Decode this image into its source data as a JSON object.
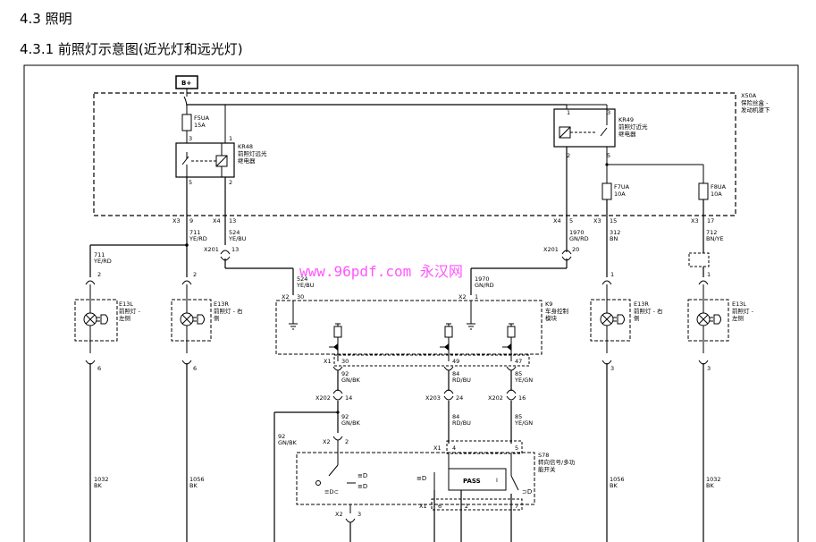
{
  "headings": {
    "section": "4.3 照明",
    "subsection": "4.3.1 前照灯示意图(近光灯和远光灯)"
  },
  "diagram": {
    "battery": "B+",
    "module_x50a": [
      "X50A",
      "保险丝盒 -",
      "发动机罩下"
    ],
    "fuse_f5ua": [
      "F5UA",
      "15A"
    ],
    "fuse_f7ua": [
      "F7UA",
      "10A"
    ],
    "fuse_f8ua": [
      "F8UA",
      "10A"
    ],
    "relay_kr48": [
      "KR48",
      "前照灯远光",
      "继电器"
    ],
    "relay_kr49": [
      "KR49",
      "前照灯近光",
      "继电器"
    ],
    "kr48_pins": [
      "3",
      "1",
      "5",
      "2"
    ],
    "kr49_pins": [
      "1",
      "3",
      "2",
      "5"
    ],
    "conn_x3": "X3",
    "conn_x4": "X4",
    "conn_x201": "X201",
    "conn_x1": "X1",
    "conn_x2": "X2",
    "conn_x202": "X202",
    "conn_x203": "X203",
    "pins": {
      "p9": "9",
      "p13": "13",
      "p5": "5",
      "p15": "15",
      "p17": "17",
      "p20": "20",
      "p30": "30",
      "p1": "1",
      "p2": "2",
      "p49": "49",
      "p47": "47",
      "p14": "14",
      "p24": "24",
      "p16": "16",
      "p4": "4",
      "p3": "3",
      "p6": "6",
      "p7": "7"
    },
    "wires": {
      "w711": [
        "711",
        "YE/RD"
      ],
      "w524": [
        "524",
        "YE/BU"
      ],
      "w1970": [
        "1970",
        "GN/RD"
      ],
      "w312": [
        "312",
        "BN"
      ],
      "w712": [
        "712",
        "BN/YE"
      ],
      "w92": [
        "92",
        "GN/BK"
      ],
      "w84": [
        "84",
        "RD/BU"
      ],
      "w85": [
        "85",
        "YE/GN"
      ],
      "w1032": [
        "1032",
        "BK"
      ],
      "w1056": [
        "1056",
        "BK"
      ]
    },
    "lamp_e13l_left": [
      "E13L",
      "前照灯 -",
      "左侧"
    ],
    "lamp_e13r_right": [
      "E13R",
      "前照灯 - 右",
      "侧"
    ],
    "module_k9": [
      "K9",
      "车身控制",
      "模块"
    ],
    "switch_s78": [
      "S78",
      "转向信号/多功",
      "能开关"
    ],
    "pass_label": "PASS",
    "pass_pin": "I"
  },
  "watermark": "www.96pdf.com 永汉网"
}
